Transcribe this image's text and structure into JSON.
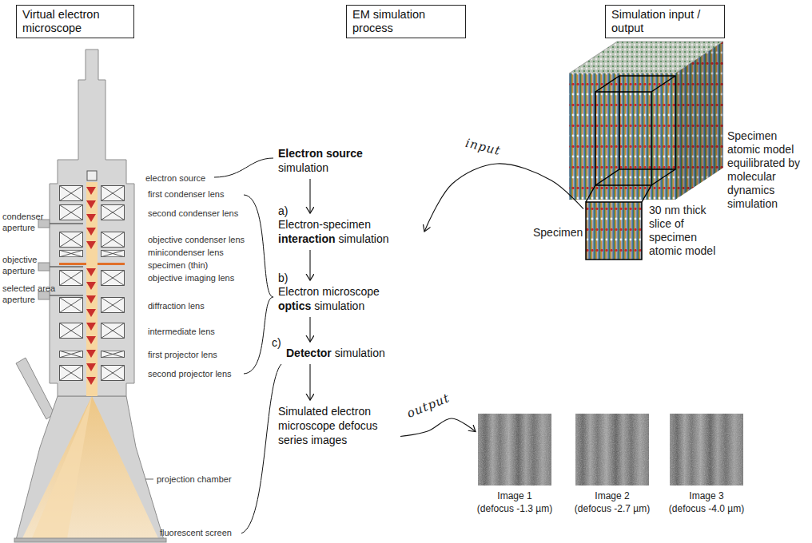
{
  "diagram": {
    "nodes": [
      {
        "text": [
          "Virtual electron microscope"
        ]
      },
      {
        "text": [
          "EM simulation process"
        ]
      },
      {
        "text": [
          "Simulation input / output"
        ]
      },
      {
        "text": [
          "Electron source",
          "simulation"
        ]
      },
      {
        "text": [
          "Electron-specimen",
          "interaction",
          "simulation"
        ]
      },
      {
        "text": [
          "Electron microscope",
          "optics",
          "simulation"
        ]
      },
      {
        "text": [
          "Detector",
          "simulation"
        ]
      },
      {
        "text": [
          "Simulated electron microscope defocus series images"
        ]
      },
      {
        "text": [
          "Specimen atomic model equilibrated by molecular dynamics simulation"
        ]
      },
      {
        "text": [
          "Specimen",
          "30 nm thick slice of specimen atomic model"
        ]
      },
      {
        "text": [
          "Image 1",
          "(defocus -1.3 µm)"
        ]
      },
      {
        "text": [
          "Image 2",
          "(defocus -2.7 µm)"
        ]
      },
      {
        "text": [
          "Image 3",
          "(defocus -4.0 µm)"
        ]
      }
    ],
    "edges": [
      {
        "from": 3,
        "to": 4,
        "arrow": "to"
      },
      {
        "from": 4,
        "to": 5,
        "arrow": "to"
      },
      {
        "from": 5,
        "to": 6,
        "arrow": "to"
      },
      {
        "from": 6,
        "to": 7,
        "arrow": "to"
      },
      {
        "from": 9,
        "to": 4,
        "label": "input",
        "arrow": "to"
      },
      {
        "from": 7,
        "to": 10,
        "label": "output",
        "arrow": "to"
      }
    ],
    "labels": [
      "electron source",
      "first condenser lens",
      "second condenser lens",
      "objective condenser lens",
      "minicondenser lens",
      "specimen (thin)",
      "objective imaging lens",
      "diffraction lens",
      "intermediate lens",
      "first projector lens",
      "second projector lens",
      "projection chamber",
      "fluorescent screen",
      "condenser aperture",
      "objective aperture",
      "selected area aperture",
      "a)",
      "b)",
      "c)"
    ]
  }
}
